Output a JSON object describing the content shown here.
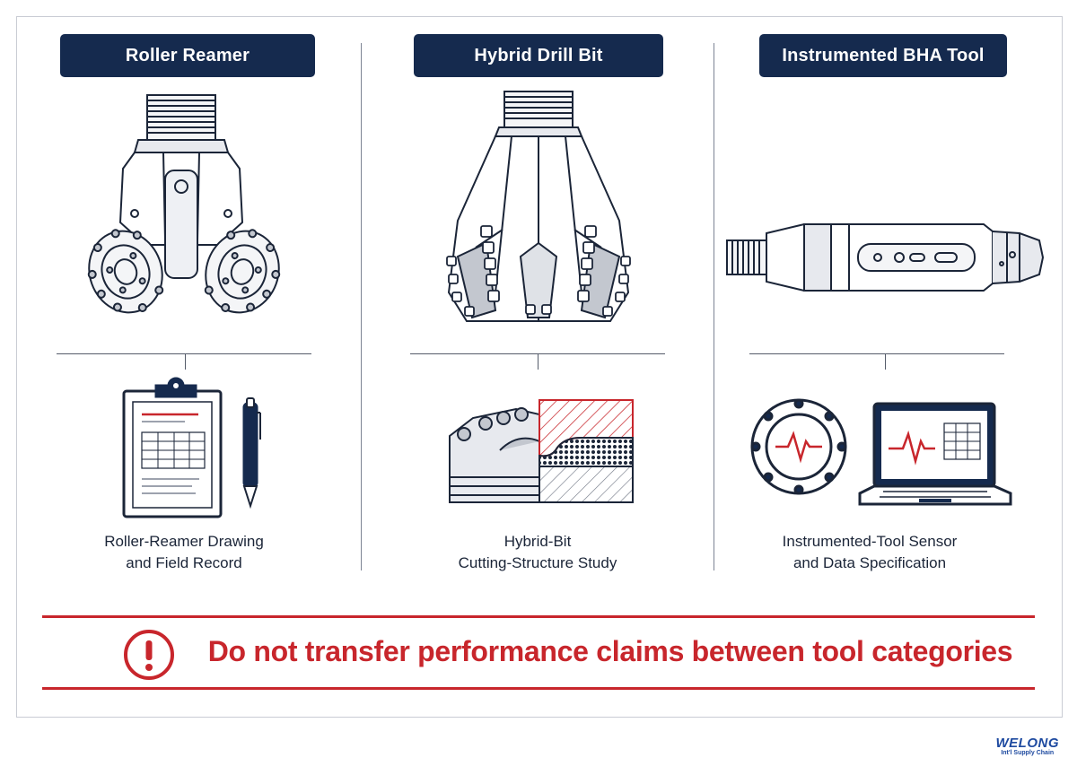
{
  "columns": [
    {
      "title": "Roller Reamer",
      "caption_line1": "Roller-Reamer Drawing",
      "caption_line2": "and Field Record"
    },
    {
      "title": "Hybrid Drill Bit",
      "caption_line1": "Hybrid-Bit",
      "caption_line2": "Cutting-Structure Study"
    },
    {
      "title": "Instrumented BHA Tool",
      "caption_line1": "Instrumented-Tool Sensor",
      "caption_line2": "and Data Specification"
    }
  ],
  "warning": {
    "text": "Do not transfer performance claims between tool categories",
    "icon": "exclamation-circle-icon"
  },
  "logo": {
    "name": "WELONG",
    "tagline": "Int'l Supply Chain"
  },
  "colors": {
    "navy": "#152a4e",
    "warning_red": "#c8262c",
    "logo_blue": "#1e4aa0"
  }
}
